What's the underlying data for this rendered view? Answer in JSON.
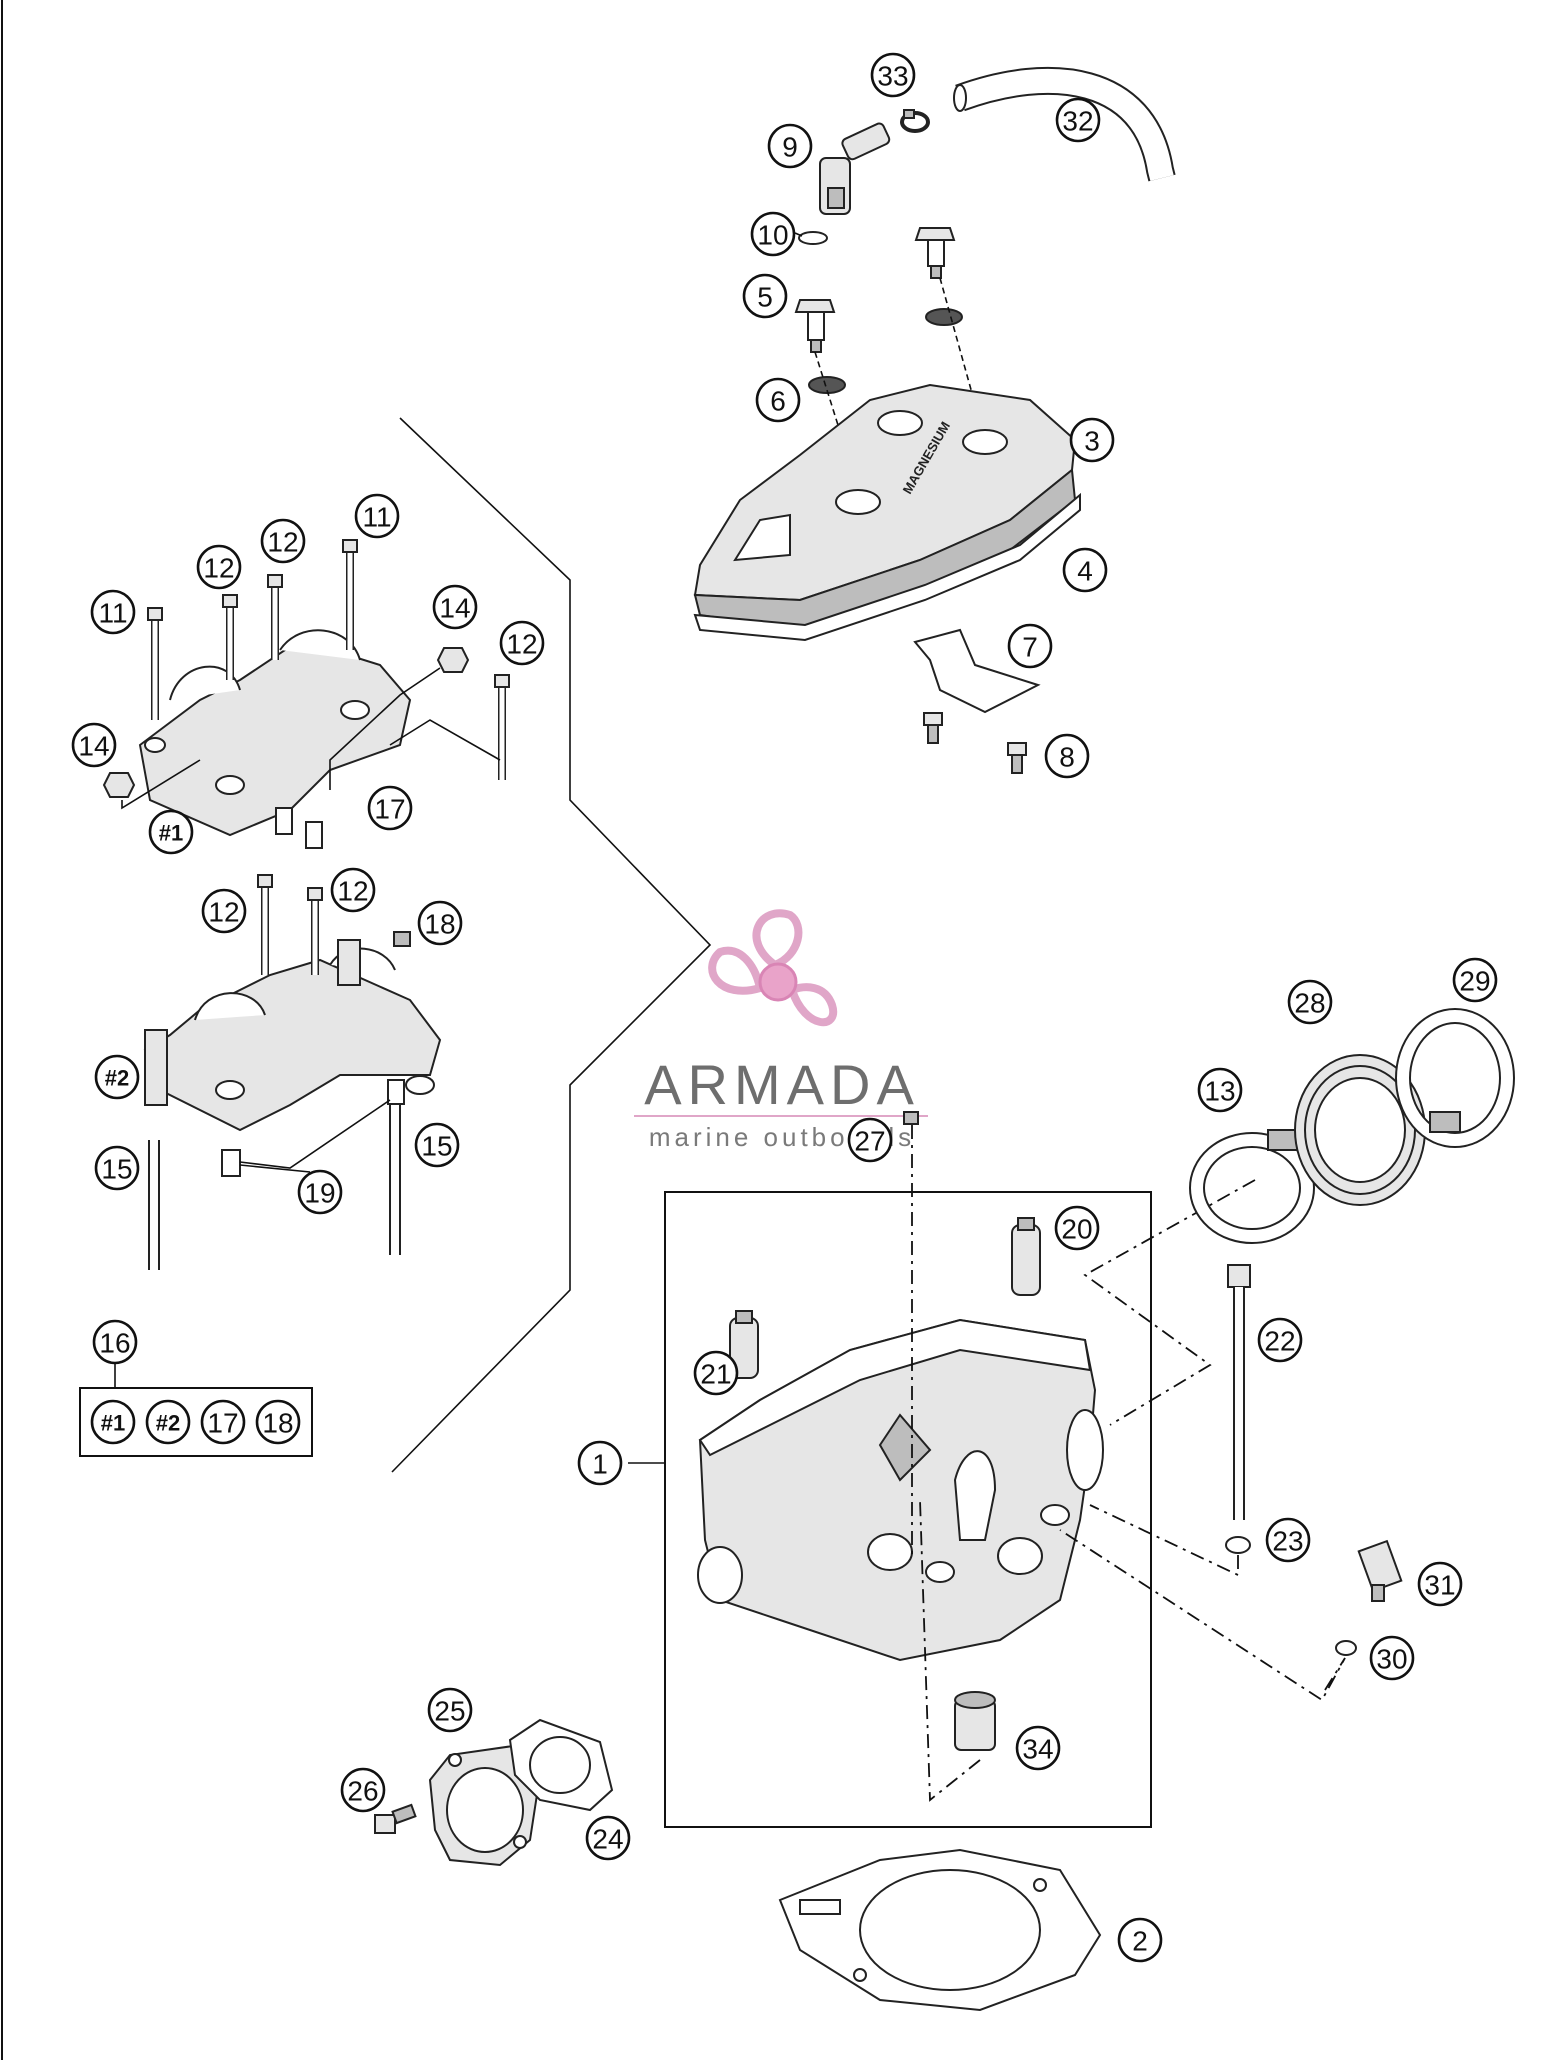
{
  "brand": {
    "name": "ARMADA",
    "tagline": "marine outboards",
    "logo_color": "#e0a6c8",
    "logo_center_color": "#e9a3c9"
  },
  "cover_engraving": "MAGNESIUM",
  "kit": {
    "callout": "16",
    "contents": [
      "#1",
      "#2",
      "17",
      "18"
    ]
  },
  "callouts": [
    {
      "id": "c1",
      "label": "1"
    },
    {
      "id": "c2",
      "label": "2"
    },
    {
      "id": "c3",
      "label": "3"
    },
    {
      "id": "c4",
      "label": "4"
    },
    {
      "id": "c5",
      "label": "5"
    },
    {
      "id": "c6",
      "label": "6"
    },
    {
      "id": "c7",
      "label": "7"
    },
    {
      "id": "c8",
      "label": "8"
    },
    {
      "id": "c9",
      "label": "9"
    },
    {
      "id": "c10",
      "label": "10"
    },
    {
      "id": "c11a",
      "label": "11"
    },
    {
      "id": "c11b",
      "label": "11"
    },
    {
      "id": "c12a",
      "label": "12"
    },
    {
      "id": "c12b",
      "label": "12"
    },
    {
      "id": "c12c",
      "label": "12"
    },
    {
      "id": "c12d",
      "label": "12"
    },
    {
      "id": "c12e",
      "label": "12"
    },
    {
      "id": "c13",
      "label": "13"
    },
    {
      "id": "c14a",
      "label": "14"
    },
    {
      "id": "c14b",
      "label": "14"
    },
    {
      "id": "c15a",
      "label": "15"
    },
    {
      "id": "c15b",
      "label": "15"
    },
    {
      "id": "c17",
      "label": "17"
    },
    {
      "id": "c18",
      "label": "18"
    },
    {
      "id": "c19",
      "label": "19"
    },
    {
      "id": "c20",
      "label": "20"
    },
    {
      "id": "c21",
      "label": "21"
    },
    {
      "id": "c22",
      "label": "22"
    },
    {
      "id": "c23",
      "label": "23"
    },
    {
      "id": "c24",
      "label": "24"
    },
    {
      "id": "c25",
      "label": "25"
    },
    {
      "id": "c26",
      "label": "26"
    },
    {
      "id": "c27",
      "label": "27"
    },
    {
      "id": "c28",
      "label": "28"
    },
    {
      "id": "c29",
      "label": "29"
    },
    {
      "id": "c30",
      "label": "30"
    },
    {
      "id": "c31",
      "label": "31"
    },
    {
      "id": "c32",
      "label": "32"
    },
    {
      "id": "c33",
      "label": "33"
    },
    {
      "id": "c34",
      "label": "34"
    },
    {
      "id": "cH1",
      "label": "#1"
    },
    {
      "id": "cH2",
      "label": "#2"
    }
  ]
}
